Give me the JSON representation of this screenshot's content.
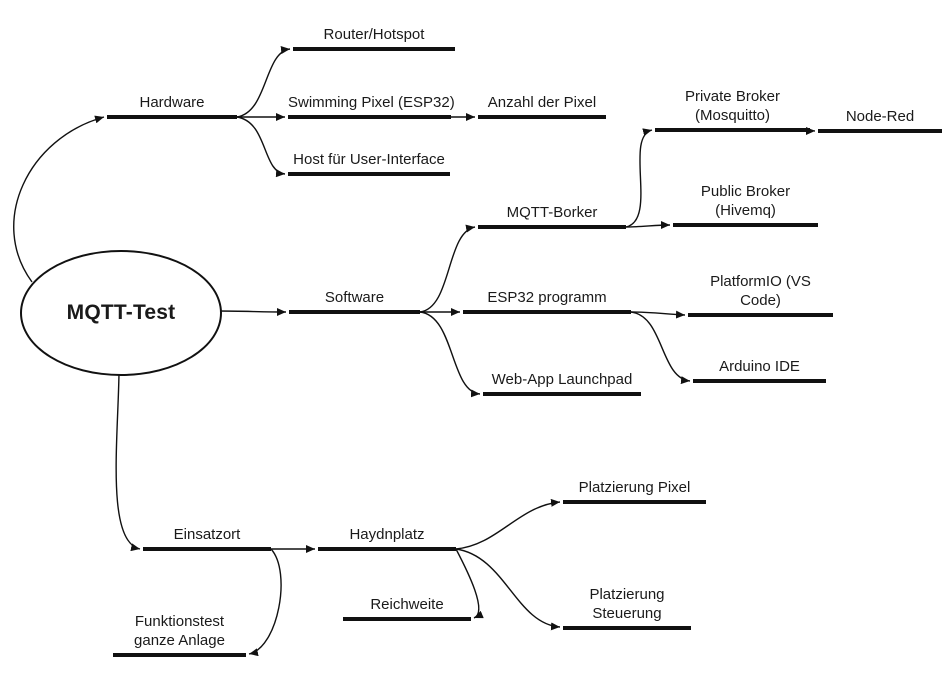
{
  "colors": {
    "line": "#111111",
    "text": "#1a1a1a",
    "background": "#ffffff"
  },
  "nodes": {
    "root": {
      "label": "MQTT-Test"
    },
    "hardware": {
      "label": "Hardware"
    },
    "router": {
      "label": "Router/Hotspot"
    },
    "swimming": {
      "label": "Swimming Pixel (ESP32)"
    },
    "anzahl": {
      "label": "Anzahl der Pixel"
    },
    "host": {
      "label": "Host für User-Interface"
    },
    "software": {
      "label": "Software"
    },
    "mqtt_broker": {
      "label": "MQTT-Borker"
    },
    "private_broker": {
      "label": "Private Broker (Mosquitto)"
    },
    "node_red": {
      "label": "Node-Red"
    },
    "public_broker": {
      "label": "Public Broker (Hivemq)"
    },
    "esp32": {
      "label": "ESP32 programm"
    },
    "platformio": {
      "label": "PlatformIO (VS Code)"
    },
    "arduino": {
      "label": "Arduino IDE"
    },
    "webapp": {
      "label": "Web-App Launchpad"
    },
    "einsatzort": {
      "label": "Einsatzort"
    },
    "haydnplatz": {
      "label": "Haydnplatz"
    },
    "platzierung_pixel": {
      "label": "Platzierung Pixel"
    },
    "platzierung_steuerung": {
      "label": "Platzierung Steuerung"
    },
    "reichweite": {
      "label": "Reichweite"
    },
    "funktionstest": {
      "label": "Funktionstest ganze Anlage"
    }
  }
}
